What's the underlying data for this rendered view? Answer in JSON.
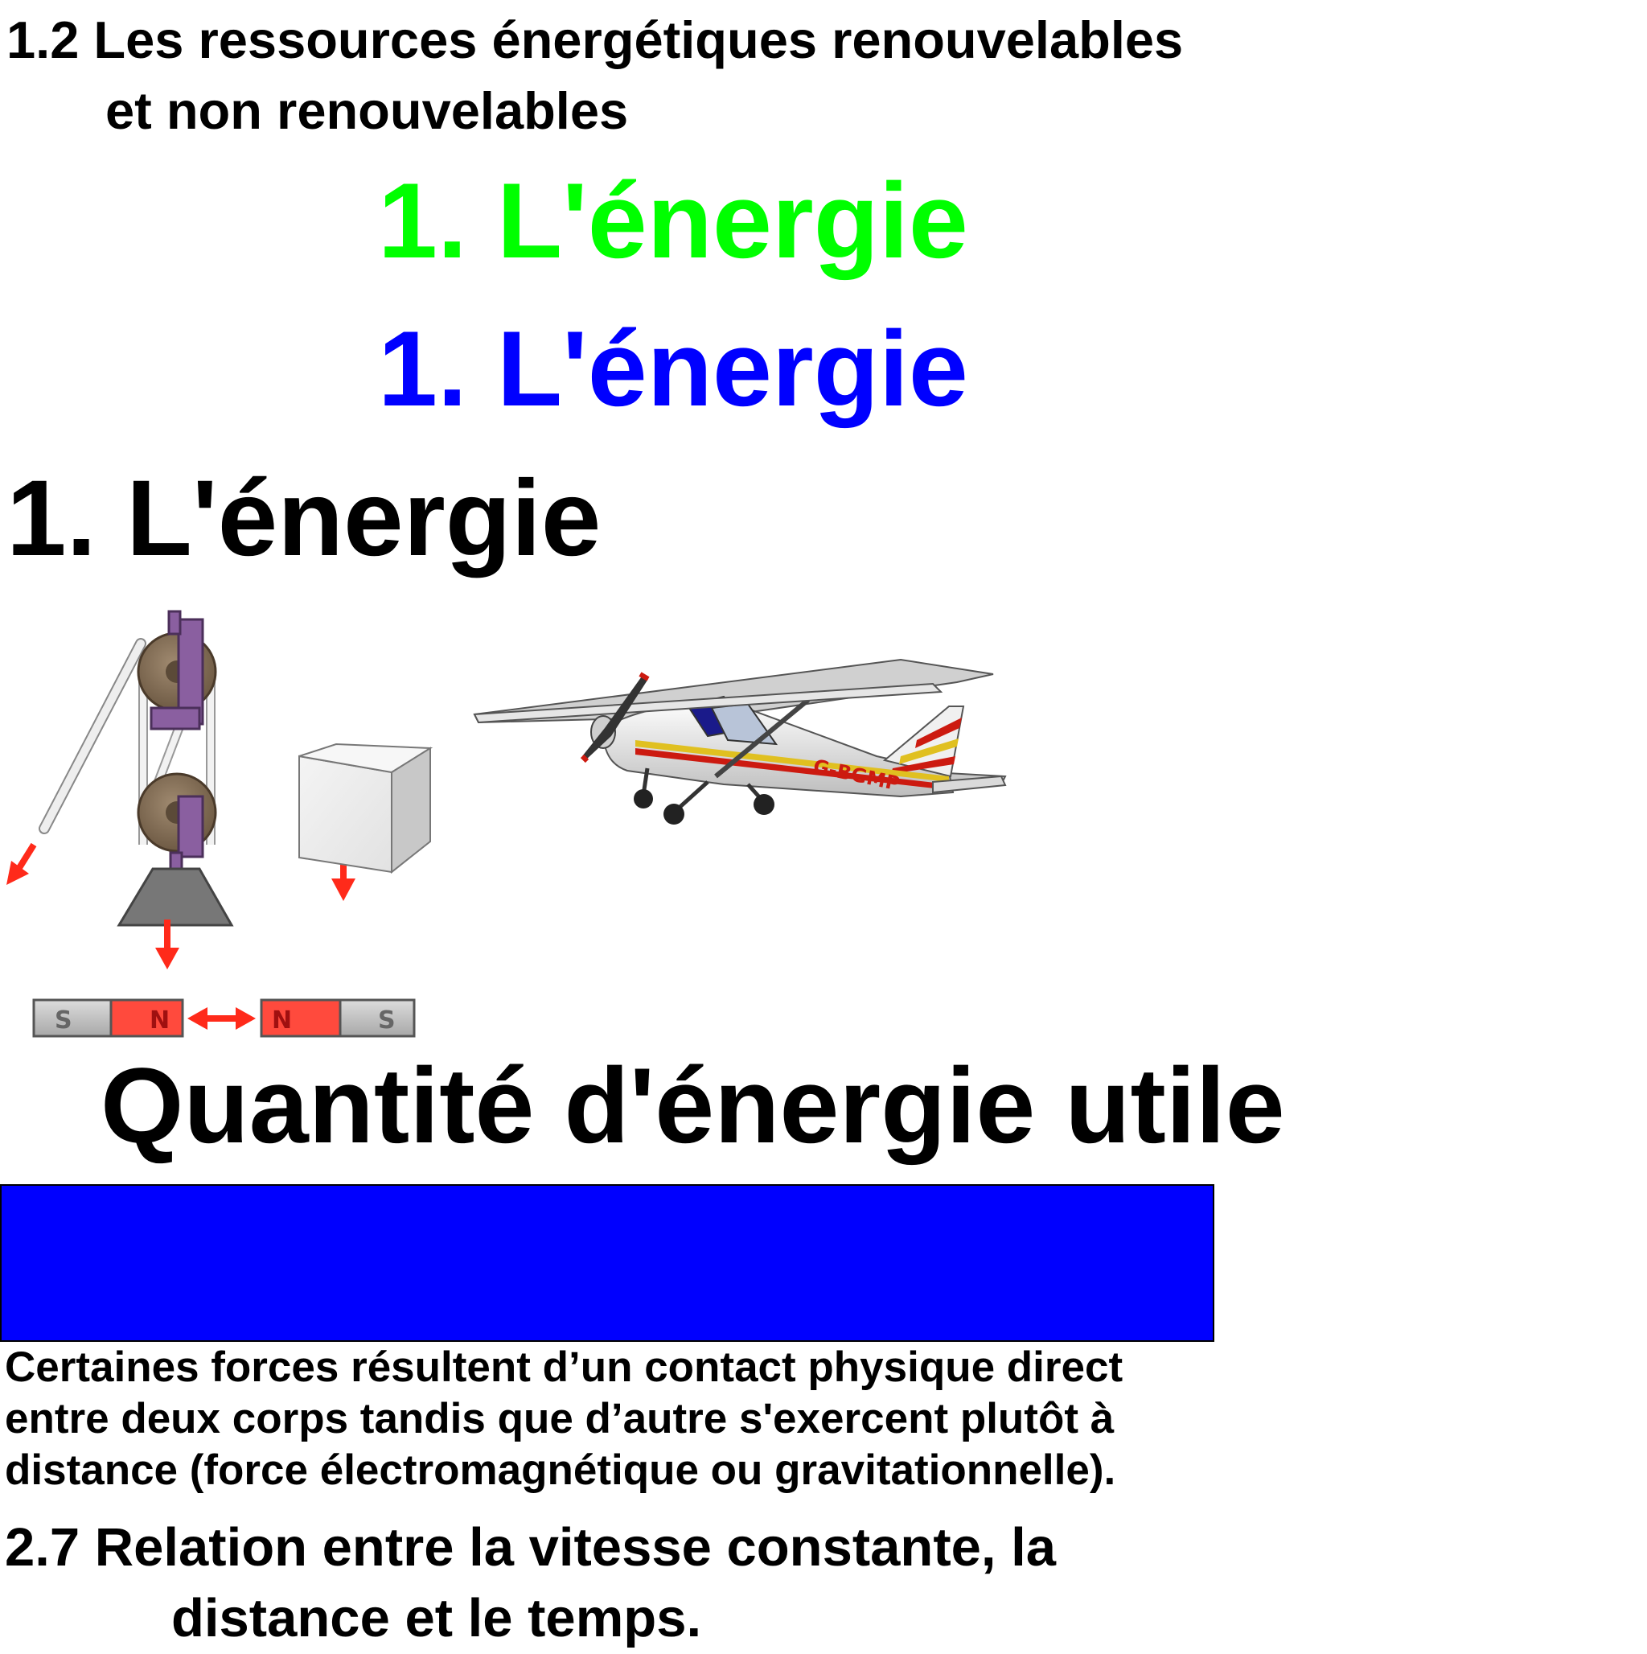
{
  "section_heading": {
    "line1": "1.2 Les ressources énergétiques renouvelables",
    "line2": "et non renouvelables"
  },
  "titles": {
    "energy_green": "1. L'énergie",
    "energy_blue": "1. L'énergie",
    "energy_black": "1. L'énergie"
  },
  "illustration": {
    "airplane_registration": "G-BGMP",
    "magnet_left": {
      "pole_s": "S",
      "pole_n": "N"
    },
    "magnet_right": {
      "pole_n": "N",
      "pole_s": "S"
    }
  },
  "useful_energy_title": "Quantité d'énergie utile",
  "forces_paragraph": {
    "line1": "Certaines forces résultent d’un contact physique direct",
    "line2": "entre deux corps tandis que d’autre s'exercent plutôt à",
    "line3": "distance (force électromagnétique ou gravitationnelle)."
  },
  "relation_heading": {
    "line1": "2.7 Relation entre la vitesse constante, la",
    "line2": "distance et le temps."
  },
  "colors": {
    "green_title": "#00ff00",
    "blue_title": "#0000ff",
    "blue_band": "#0000ff",
    "arrow_red": "#ff2a1a",
    "magnet_red": "#ff4a3d"
  }
}
